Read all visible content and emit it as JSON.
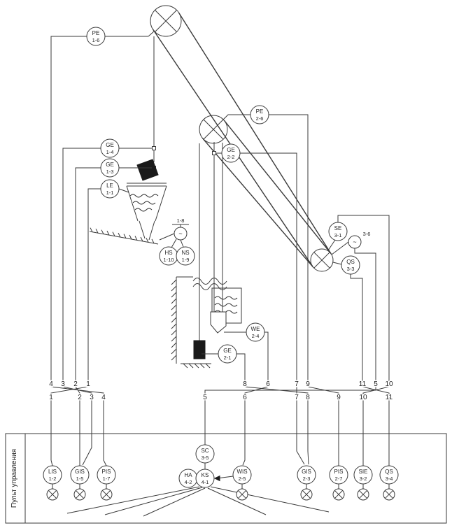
{
  "panel": {
    "title": "Пульт управления"
  },
  "field_instruments": [
    {
      "tag": "PE",
      "num": "1-6"
    },
    {
      "tag": "GE",
      "num": "1-4"
    },
    {
      "tag": "GE",
      "num": "1-3"
    },
    {
      "tag": "LE",
      "num": "1-1"
    },
    {
      "tag": "HS",
      "num": "1-10"
    },
    {
      "tag": "NS",
      "num": "1-9"
    },
    {
      "tag": "PE",
      "num": "2-6"
    },
    {
      "tag": "GE",
      "num": "2-2"
    },
    {
      "tag": "SE",
      "num": "3-1"
    },
    {
      "tag": "QS",
      "num": "3-3"
    },
    {
      "tag": "WE",
      "num": "2-4"
    },
    {
      "tag": "GE",
      "num": "2-1"
    }
  ],
  "motors": [
    {
      "label": "1-8",
      "symbol": "~"
    },
    {
      "label": "3-6",
      "symbol": "~"
    }
  ],
  "panel_instruments": [
    {
      "tag": "SC",
      "num": "3-5"
    },
    {
      "tag": "LIS",
      "num": "1-2"
    },
    {
      "tag": "GIS",
      "num": "1-5"
    },
    {
      "tag": "PIS",
      "num": "1-7"
    },
    {
      "tag": "HA",
      "num": "4-2"
    },
    {
      "tag": "KS",
      "num": "4-1"
    },
    {
      "tag": "WIS",
      "num": "2-5"
    },
    {
      "tag": "GIS",
      "num": "2-3"
    },
    {
      "tag": "PIS",
      "num": "2-7"
    },
    {
      "tag": "SIE",
      "num": "3-2"
    },
    {
      "tag": "QS",
      "num": "3-4"
    }
  ],
  "wires": {
    "top": [
      "4",
      "3",
      "2",
      "1",
      "8",
      "6",
      "7",
      "9",
      "11",
      "5",
      "10"
    ],
    "bottom": [
      "1",
      "2",
      "3",
      "4",
      "5",
      "6",
      "7",
      "8",
      "9",
      "10",
      "11"
    ]
  }
}
